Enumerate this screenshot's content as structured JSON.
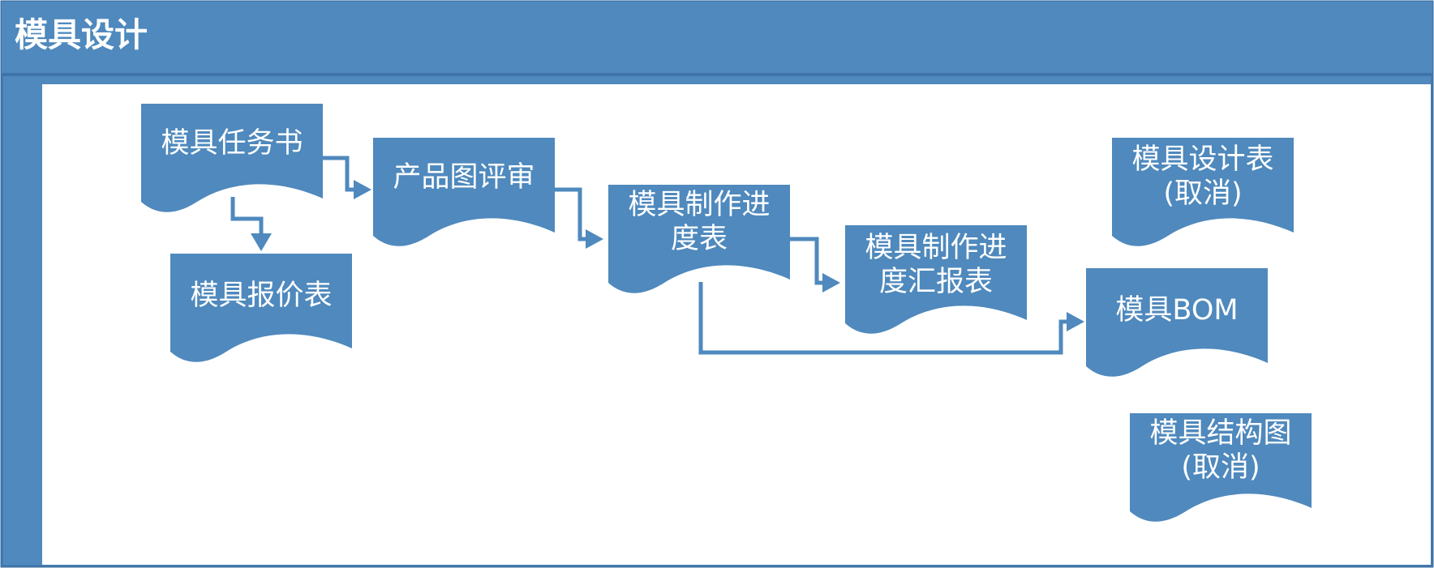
{
  "title": "模具设计",
  "colors": {
    "fill": "#4f89bd",
    "stroke": "#3f74a8",
    "bg": "#ffffff"
  },
  "nodes": [
    {
      "id": "task",
      "lines": [
        "模具任务书"
      ]
    },
    {
      "id": "quote",
      "lines": [
        "模具报价表"
      ]
    },
    {
      "id": "review",
      "lines": [
        "产品图评审"
      ]
    },
    {
      "id": "progress",
      "lines": [
        "模具制作进",
        "度表"
      ]
    },
    {
      "id": "report",
      "lines": [
        "模具制作进",
        "度汇报表"
      ]
    },
    {
      "id": "design",
      "lines": [
        "模具设计表",
        "(取消)"
      ]
    },
    {
      "id": "bom",
      "lines": [
        "模具BOM"
      ]
    },
    {
      "id": "structure",
      "lines": [
        "模具结构图",
        "(取消)"
      ]
    }
  ],
  "edges": [
    {
      "from": "task",
      "to": "review"
    },
    {
      "from": "task",
      "to": "quote"
    },
    {
      "from": "review",
      "to": "progress"
    },
    {
      "from": "progress",
      "to": "report"
    },
    {
      "from": "progress",
      "to": "bom"
    }
  ]
}
